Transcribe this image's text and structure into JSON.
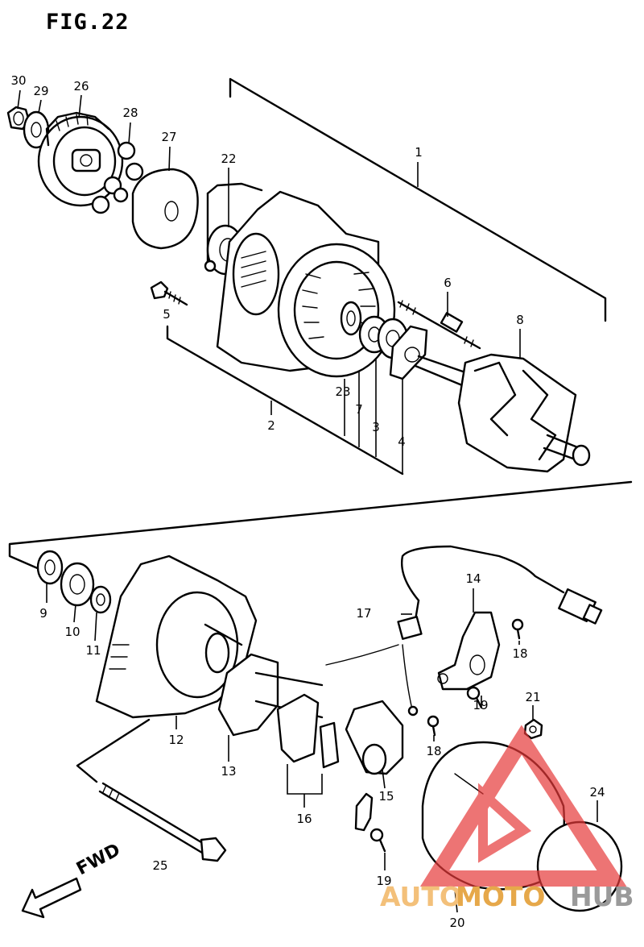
{
  "figure": {
    "title": "FIG.22"
  },
  "callouts": [
    {
      "id": "c1",
      "label": "1"
    },
    {
      "id": "c2",
      "label": "2"
    },
    {
      "id": "c3",
      "label": "3"
    },
    {
      "id": "c4",
      "label": "4"
    },
    {
      "id": "c5",
      "label": "5"
    },
    {
      "id": "c6",
      "label": "6"
    },
    {
      "id": "c7",
      "label": "7"
    },
    {
      "id": "c8",
      "label": "8"
    },
    {
      "id": "c9",
      "label": "9"
    },
    {
      "id": "c10",
      "label": "10"
    },
    {
      "id": "c11",
      "label": "11"
    },
    {
      "id": "c12",
      "label": "12"
    },
    {
      "id": "c13",
      "label": "13"
    },
    {
      "id": "c14",
      "label": "14"
    },
    {
      "id": "c15",
      "label": "15"
    },
    {
      "id": "c16",
      "label": "16"
    },
    {
      "id": "c17",
      "label": "17"
    },
    {
      "id": "c18a",
      "label": "18"
    },
    {
      "id": "c18b",
      "label": "18"
    },
    {
      "id": "c19a",
      "label": "19"
    },
    {
      "id": "c19b",
      "label": "19"
    },
    {
      "id": "c20",
      "label": "20"
    },
    {
      "id": "c21",
      "label": "21"
    },
    {
      "id": "c22",
      "label": "22"
    },
    {
      "id": "c23",
      "label": "23"
    },
    {
      "id": "c24",
      "label": "24"
    },
    {
      "id": "c25",
      "label": "25"
    },
    {
      "id": "c26",
      "label": "26"
    },
    {
      "id": "c27",
      "label": "27"
    },
    {
      "id": "c28",
      "label": "28"
    },
    {
      "id": "c29",
      "label": "29"
    },
    {
      "id": "c30",
      "label": "30"
    }
  ],
  "direction": {
    "label": "FWD"
  },
  "watermark": {
    "text_auto": "AUTO",
    "text_moto": "MOTO",
    "text_hub": "HUB",
    "triangle_color": "#e63a3a",
    "text_colors": [
      "#f3c07a",
      "#e6a84a",
      "#9a9a9a"
    ]
  }
}
